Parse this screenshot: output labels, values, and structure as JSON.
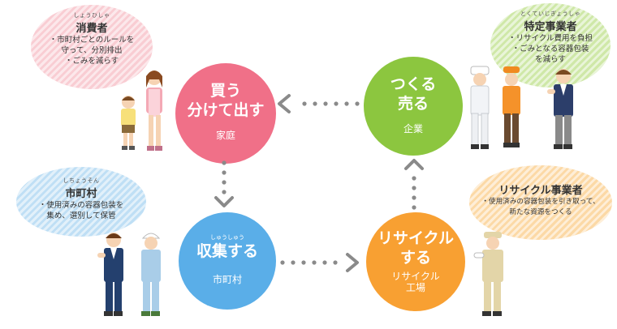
{
  "consumer": {
    "ruby": "しょうひしゃ",
    "title": "消費者",
    "lines": [
      "・市町村ごとのルールを",
      "守って、分別排出",
      "・ごみを減らす"
    ]
  },
  "business": {
    "ruby": "とくていじぎょうしゃ",
    "title": "特定事業者",
    "lines": [
      "・リサイクル費用を負担",
      "・ごみとなる容器包装",
      "を減らす"
    ]
  },
  "municipality": {
    "ruby": "しちょうそん",
    "title": "市町村",
    "lines": [
      "・使用済みの容器包装を",
      "集め、選別して保管"
    ]
  },
  "recycler": {
    "title": "リサイクル事業者",
    "lines": [
      "・使用済みの容器包装を引き取って、",
      "新たな資源をつくる"
    ]
  },
  "circles": {
    "buy": {
      "line1": "買う",
      "line2": "分けて出す",
      "sub": "家庭",
      "color": "#f07088"
    },
    "make": {
      "line1": "つくる",
      "line2": "売る",
      "sub": "企業",
      "color": "#8cc63f"
    },
    "collect": {
      "ruby": "しゅうしゅう",
      "line1": "収集する",
      "sub": "市町村",
      "color": "#5aaee8"
    },
    "recycle": {
      "line1": "リサイクル",
      "line2": "する",
      "sub1": "リサイクル",
      "sub2": "工場",
      "color": "#f8a032"
    }
  },
  "colors": {
    "arrow": "#8a8a8a",
    "bubble_pink": "#f9cdd3",
    "bubble_green": "#cfe8a8",
    "bubble_blue": "#bfdff5",
    "bubble_orange": "#fcd9a6"
  }
}
